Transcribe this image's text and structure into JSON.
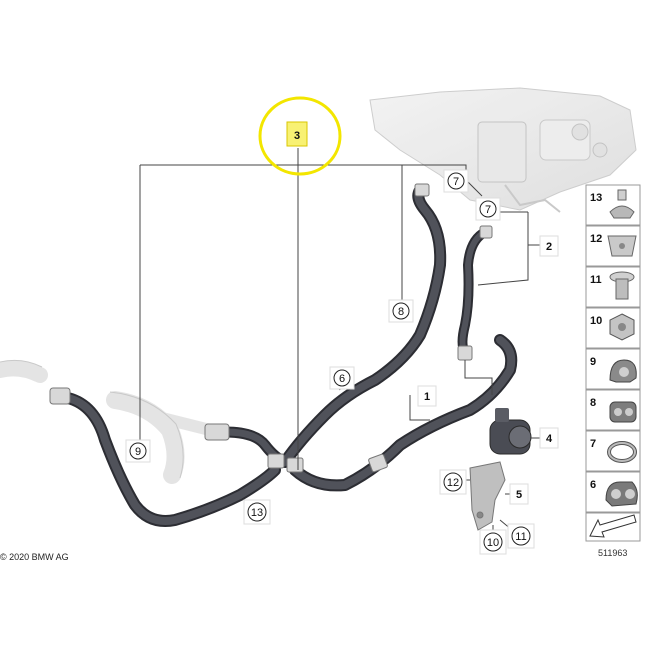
{
  "callouts": {
    "c1": "1",
    "c2": "2",
    "c3": "3",
    "c4": "4",
    "c5": "5",
    "c6": "6",
    "c7a": "7",
    "c7b": "7",
    "c8": "8",
    "c9": "9",
    "c10": "10",
    "c11": "11",
    "c12": "12",
    "c13": "13"
  },
  "legend": [
    {
      "num": "13",
      "icon": "hose-clip-icon"
    },
    {
      "num": "12",
      "icon": "clip-nut-icon"
    },
    {
      "num": "11",
      "icon": "expanding-rivet-icon"
    },
    {
      "num": "10",
      "icon": "hex-nut-icon"
    },
    {
      "num": "9",
      "icon": "hose-holder-icon"
    },
    {
      "num": "8",
      "icon": "double-holder-icon"
    },
    {
      "num": "7",
      "icon": "hose-clamp-icon"
    },
    {
      "num": "6",
      "icon": "twin-holder-icon"
    }
  ],
  "copyright": "© 2020 BMW AG",
  "diagram_code": "511963",
  "highlight_color": "#f3e600",
  "hose_color": "#4a4c54"
}
